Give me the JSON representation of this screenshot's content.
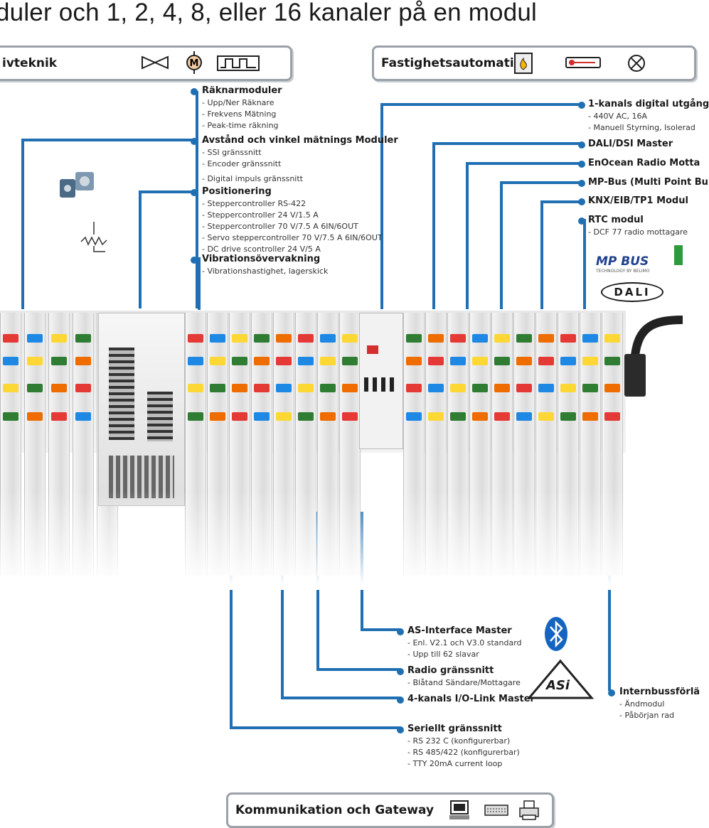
{
  "title": "duler och 1, 2, 4, 8, eller 16 kanaler på en modul",
  "categories": {
    "drive": {
      "label": "ivteknik"
    },
    "building": {
      "label": "Fastighetsautomation"
    },
    "comm": {
      "label": "Kommunikation och Gateway"
    }
  },
  "counter_groups": [
    {
      "head": "Räknarmoduler",
      "items": [
        "- Upp/Ner Räknare",
        "- Frekvens Mätning",
        "- Peak-time räkning"
      ]
    },
    {
      "head": "Avstånd och vinkel mätnings Moduler",
      "items": [
        "- SSI gränssnitt",
        "- Encoder gränssnitt",
        "- Digital impuls gränssnitt"
      ]
    },
    {
      "head": "Positionering",
      "items": [
        "- Steppercontroller RS-422",
        "- Steppercontroller 24 V/1.5 A",
        "- Steppercontroller 70 V/7.5 A 6IN/6OUT",
        "- Servo steppercontroller 70 V/7.5 A 6IN/6OUT",
        "- DC drive scontroller 24 V/5 A"
      ]
    },
    {
      "head": "Vibrationsövervakning",
      "items": [
        "- Vibrationshastighet, lagerskick"
      ]
    }
  ],
  "building_groups": [
    {
      "head": "1-kanals digital utgång",
      "items": [
        "- 440V AC, 16A",
        "- Manuell Styrning, Isolerad"
      ]
    },
    {
      "head": "DALI/DSI Master",
      "items": []
    },
    {
      "head": "EnOcean Radio Motta",
      "items": []
    },
    {
      "head": "MP-Bus (Multi Point Bu",
      "items": []
    },
    {
      "head": "KNX/EIB/TP1 Modul",
      "items": []
    },
    {
      "head": "RTC modul",
      "items": [
        "- DCF 77 radio mottagare"
      ]
    }
  ],
  "comm_groups": [
    {
      "head": "AS-Interface Master",
      "items": [
        "- Enl. V2.1 och V3.0 standard",
        "- Upp till 62 slavar"
      ]
    },
    {
      "head": "Radio gränssnitt",
      "items": [
        "- Blåtand Sändare/Mottagare"
      ]
    },
    {
      "head": "4-kanals I/O-Link Master",
      "items": []
    },
    {
      "head": "Seriellt gränssnitt",
      "items": [
        "- RS 232 C (konfigurerbar)",
        "- RS 485/422 (konfigurerbar)",
        "- TTY 20mA current loop"
      ]
    }
  ],
  "internal_group": {
    "head": "Internbussförlä",
    "items": [
      "- Ändmodul",
      "- Påbörjan rad"
    ]
  },
  "logos": {
    "mpbus": "MP BUS",
    "mpbus_sub": "TECHNOLOGY BY BELIMO",
    "dali": "DALI",
    "asi": "ASi"
  },
  "icons": {
    "drive": [
      "valve-icon",
      "motor-icon",
      "pulse-signal-icon"
    ],
    "building": [
      "fire-alarm-icon",
      "thermometer-icon",
      "lamp-icon"
    ],
    "comm": [
      "computer-icon",
      "keyboard-icon",
      "printer-icon"
    ],
    "motor_text": "M"
  },
  "colors": {
    "accent": "#1f6fb2",
    "border": "#9aa1a8",
    "red_terminal": "#e53935",
    "blue_terminal": "#1e88e5",
    "yellow_terminal": "#fdd835",
    "green_led": "#2e7d32",
    "orange_module": "#ef6c00"
  }
}
